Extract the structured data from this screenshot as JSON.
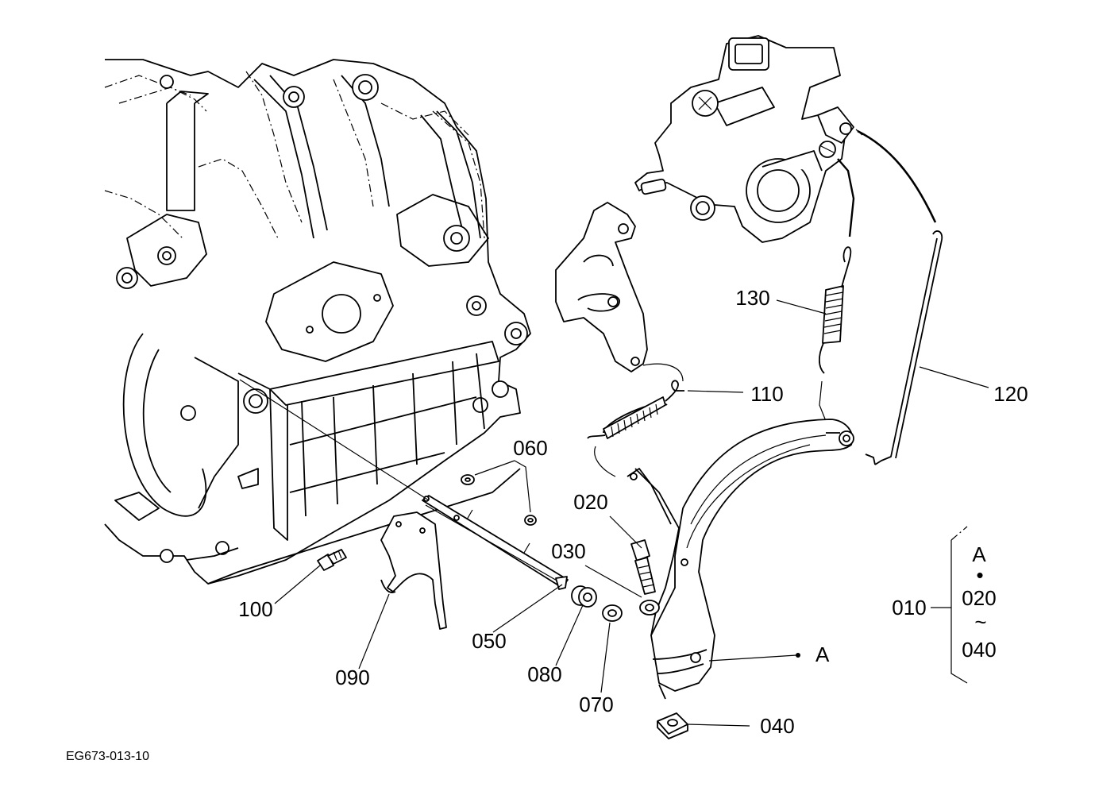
{
  "diagram": {
    "figure_id": "EG673-013-10",
    "callouts": {
      "c010": "010",
      "c020": "020",
      "c030": "030",
      "c040": "040",
      "c050": "050",
      "c060": "060",
      "c070": "070",
      "c080": "080",
      "c090": "090",
      "c100": "100",
      "c110": "110",
      "c120": "120",
      "c130": "130"
    },
    "group": {
      "ref": "A",
      "dot": "•",
      "from": "020",
      "tilde": "~",
      "to": "040"
    },
    "lever_ref": "A"
  }
}
